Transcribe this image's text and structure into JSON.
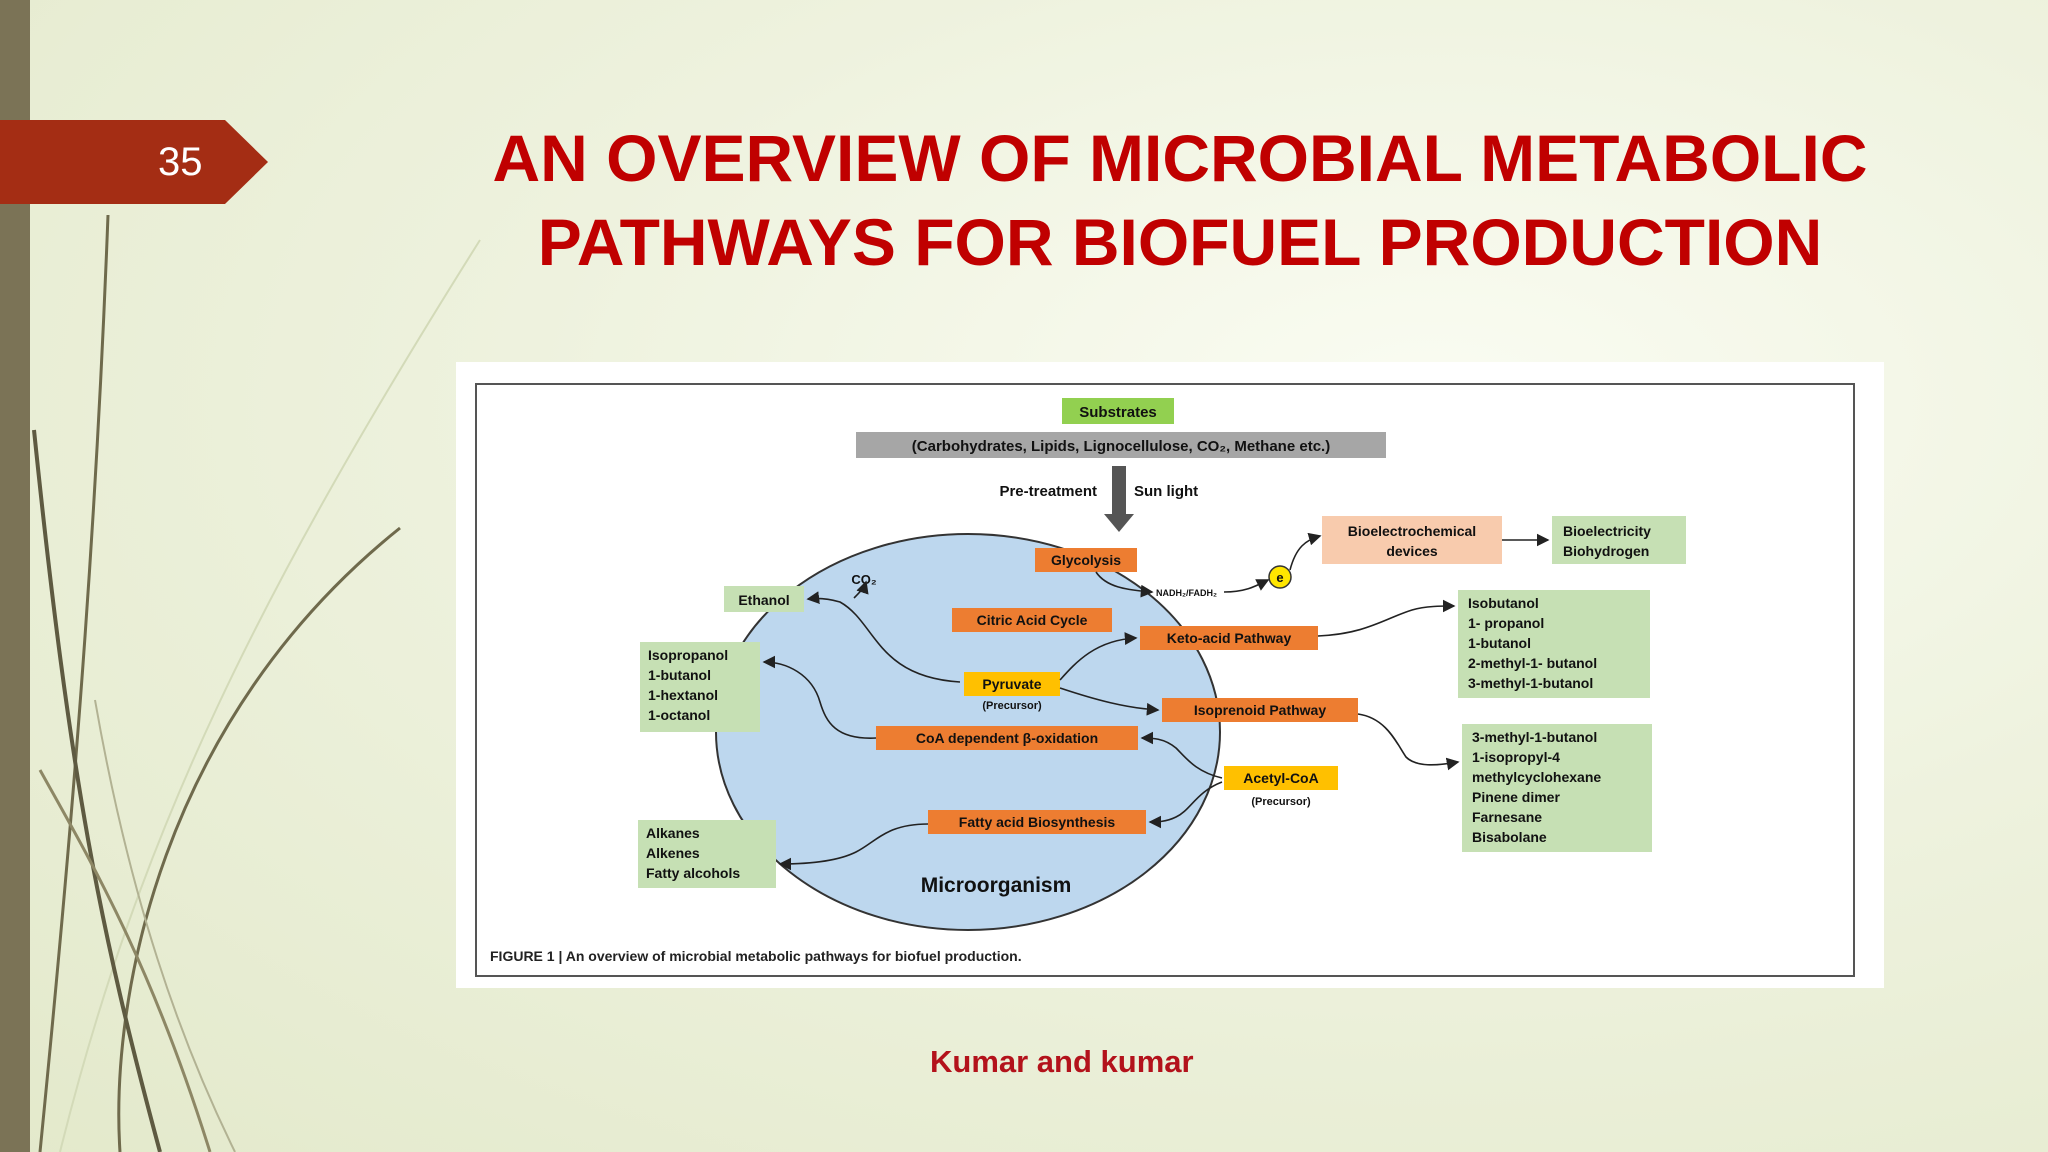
{
  "slide": {
    "number": "35",
    "title_line1": "AN OVERVIEW OF MICROBIAL METABOLIC",
    "title_line2": "PATHWAYS FOR BIOFUEL PRODUCTION",
    "citation": "Kumar and kumar"
  },
  "colors": {
    "title": "#c00000",
    "number_tag": "#a42d14",
    "pathway_box": "#ed7d31",
    "precursor_box": "#ffc000",
    "product_box": "#c6e0b4",
    "cell": "#bdd7ee"
  },
  "figure": {
    "substrates_label": "Substrates",
    "substrates_list": "(Carbohydrates, Lipids, Lignocellulose, CO₂, Methane etc.)",
    "pretreatment": "Pre-treatment",
    "sunlight": "Sun light",
    "glycolysis": "Glycolysis",
    "nadh": "NADH₂/FADH₂",
    "electron": "e",
    "citric_acid_cycle": "Citric Acid Cycle",
    "keto_acid_pathway": "Keto-acid Pathway",
    "pyruvate": "Pyruvate",
    "pyruvate_note": "(Precursor)",
    "isoprenoid_pathway": "Isoprenoid Pathway",
    "coa_oxidation": "CoA dependent β-oxidation",
    "acetyl_coa": "Acetyl-CoA",
    "acetyl_note": "(Precursor)",
    "fatty_acid_biosynthesis": "Fatty acid Biosynthesis",
    "microorganism": "Microorganism",
    "ethanol": "Ethanol",
    "co2": "CO₂",
    "bioelectrochemical": [
      "Bioelectrochemical",
      "devices"
    ],
    "bioelectricity": [
      "Bioelectricity",
      "Biohydrogen"
    ],
    "keto_products": [
      "Isobutanol",
      "1- propanol",
      "1-butanol",
      "2-methyl-1- butanol",
      "3-methyl-1-butanol"
    ],
    "isoprenoid_products": [
      "3-methyl-1-butanol",
      "1-isopropyl-4",
      "methylcyclohexane",
      "Pinene dimer",
      "Farnesane",
      "Bisabolane"
    ],
    "alcohol_products": [
      "Isopropanol",
      "1-butanol",
      "1-hextanol",
      "1-octanol"
    ],
    "lipid_products": [
      "Alkanes",
      "Alkenes",
      "Fatty alcohols"
    ],
    "caption": "FIGURE 1 | An overview of microbial metabolic pathways for biofuel production."
  }
}
